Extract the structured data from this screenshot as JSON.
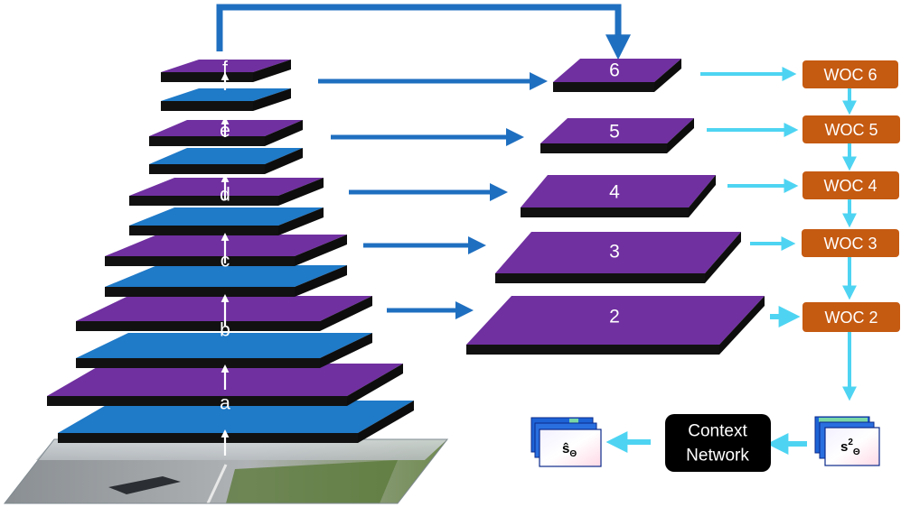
{
  "pyramid": {
    "labels": [
      "a",
      "b",
      "c",
      "d",
      "e",
      "f"
    ]
  },
  "decoder": {
    "labels": [
      "6",
      "5",
      "4",
      "3",
      "2"
    ]
  },
  "woc": {
    "labels": [
      "WOC 6",
      "WOC 5",
      "WOC 4",
      "WOC 3",
      "WOC 2"
    ]
  },
  "context_network": {
    "line1": "Context",
    "line2": "Network"
  },
  "flow_outputs": {
    "coarse_main": "s",
    "coarse_sup": "2",
    "coarse_sub": "Θ",
    "refined_main": "ŝ",
    "refined_sub": "Θ"
  },
  "colors": {
    "purple": "#7030A0",
    "blue": "#1F7AC8",
    "dark_arrow": "#1F6FC0",
    "cyan_arrow": "#4ED4F2",
    "woc_fill": "#C55A11",
    "context_fill": "#000000"
  }
}
